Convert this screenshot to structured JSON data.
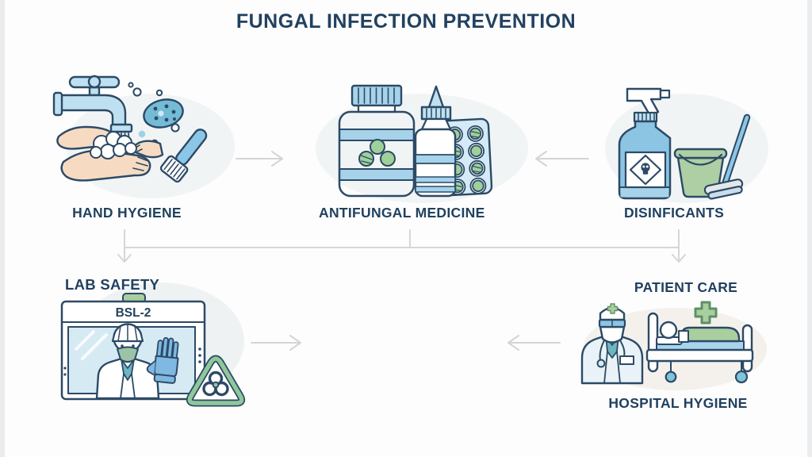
{
  "title": "FUNGAL INFECTION PREVENTION",
  "sections": {
    "hand_hygiene": {
      "label": "HAND HYGIENE"
    },
    "antifungal_medicine": {
      "label": "ANTIFUNGAL MEDICINE"
    },
    "disinfectants": {
      "label": "DISINFICANTS"
    },
    "lab_safety": {
      "label": "LAB SAFETY",
      "cabinet_label": "BSL-2"
    },
    "patient_care": {
      "label": "PATIENT CARE"
    },
    "hospital_hygiene": {
      "label": "HOSPITAL HYGIENE"
    }
  },
  "icons": {
    "hand_hygiene": [
      "faucet-icon",
      "washing-hands-icon",
      "soap-foam-icon",
      "sponge-icon",
      "brush-icon",
      "bubble-icon"
    ],
    "antifungal_medicine": [
      "pill-bottle-icon",
      "blister-pack-icon",
      "dropper-bottle-icon"
    ],
    "disinfectants": [
      "spray-bottle-icon",
      "skull-hazard-icon",
      "bucket-icon",
      "mop-icon"
    ],
    "lab_safety": [
      "biosafety-cabinet-icon",
      "lab-worker-icon",
      "glove-icon",
      "biohazard-sign-icon"
    ],
    "patient_care": [
      "doctor-icon",
      "hospital-bed-icon",
      "medical-cross-icon"
    ],
    "connectors": [
      "arrow-right-icon",
      "arrow-left-icon",
      "branch-down-arrows-icon"
    ]
  },
  "colors": {
    "text_navy": "#21415F",
    "outline_navy": "#2C4A66",
    "light_blue": "#BFE0F0",
    "mid_blue": "#8CC4E4",
    "band_blue": "#A6D3EA",
    "pale_blue_glass": "#D6EAF4",
    "teal_scrub": "#6FB5C0",
    "sponge_blue": "#74BBD6",
    "soft_green": "#A9CF9E",
    "pill_green": "#9FD09A",
    "green_dark": "#5F8F66",
    "biohazard_green": "#8FC79A",
    "skin_peach": "#F6DBC2",
    "arrow_gray": "#D2D5D7",
    "blob_gray": "#F1F4F5"
  }
}
